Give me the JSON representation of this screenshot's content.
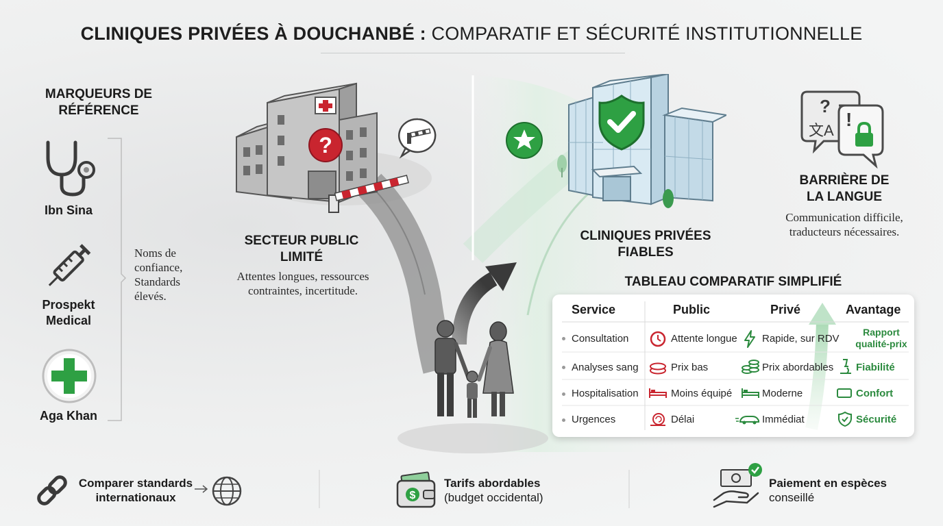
{
  "title": {
    "bold": "CLINIQUES PRIVÉES À DOUCHANBÉ :",
    "rest": "COMPARATIF ET SÉCURITÉ INSTITUTIONNELLE"
  },
  "markers": {
    "heading_line1": "MARQUEURS DE",
    "heading_line2": "RÉFÉRENCE",
    "items": [
      {
        "label": "Ibn Sina",
        "icon": "stethoscope-icon"
      },
      {
        "label_line1": "Prospekt",
        "label_line2": "Medical",
        "icon": "syringe-icon"
      },
      {
        "label": "Aga Khan",
        "icon": "green-cross-icon"
      }
    ],
    "note_lines": [
      "Noms de",
      "confiance,",
      "Standards",
      "élevés."
    ]
  },
  "public_sector": {
    "heading_line1": "SECTEUR PUBLIC",
    "heading_line2": "LIMITÉ",
    "desc_line1": "Attentes longues, ressources",
    "desc_line2": "contraintes, incertitude."
  },
  "private_clinics": {
    "heading_line1": "CLINIQUES PRIVÉES",
    "heading_line2": "FIABLES"
  },
  "language": {
    "heading_line1": "BARRIÈRE DE",
    "heading_line2": "LA LANGUE",
    "desc_line1": "Communication difficile,",
    "desc_line2": "traducteurs nécessaires."
  },
  "table": {
    "title": "TABLEAU COMPARATIF SIMPLIFIÉ",
    "headers": [
      "Service",
      "Public",
      "Privé",
      "Avantage"
    ],
    "rows": [
      {
        "service": "Consultation",
        "public": "Attente longue",
        "public_icon": "clock-icon",
        "private": "Rapide, sur RDV",
        "private_icon": "lightning-icon",
        "advantage_line1": "Rapport",
        "advantage_line2": "qualité-prix",
        "advantage_icon": ""
      },
      {
        "service": "Analyses sang",
        "public": "Prix bas",
        "public_icon": "coins-icon",
        "private": "Prix abordables",
        "private_icon": "coins-stack-icon",
        "advantage": "Fiabilité",
        "advantage_icon": "microscope-icon"
      },
      {
        "service": "Hospitalisation",
        "public": "Moins équipé",
        "public_icon": "bed-icon",
        "private": "Moderne",
        "private_icon": "bed-icon",
        "advantage": "Confort",
        "advantage_icon": "armchair-icon"
      },
      {
        "service": "Urgences",
        "public": "Délai",
        "public_icon": "snail-icon",
        "private": "Immédiat",
        "private_icon": "fast-car-icon",
        "advantage": "Sécurité",
        "advantage_icon": "shield-check-icon"
      }
    ]
  },
  "footer": [
    {
      "line1": "Comparer standards",
      "line2": "internationaux",
      "icon": "chain-link-icon",
      "icon2": "globe-icon"
    },
    {
      "line1": "Tarifs abordables",
      "line2": "(budget occidental)",
      "icon": "wallet-icon"
    },
    {
      "line1": "Paiement en espèces",
      "line2": "conseillé",
      "icon": "cash-payment-icon"
    }
  ],
  "colors": {
    "accent_green": "#2b8a3e",
    "alert_red": "#c9252f",
    "dark": "#1b1b1b"
  }
}
